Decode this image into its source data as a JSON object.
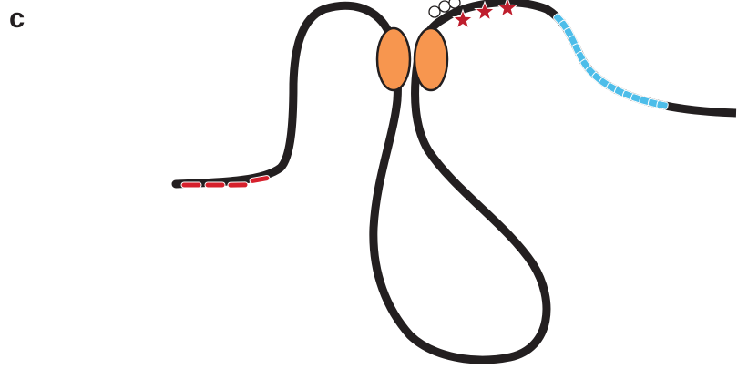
{
  "figure": {
    "panel_label": "c"
  },
  "colors": {
    "chromatin": "#231f20",
    "anchor_protein": "#f7964f",
    "left_marks": "#d6202c",
    "right_marks": "#4dbde9",
    "stars": "#be1e2d",
    "open_circles": "#ffffff"
  },
  "icons": [
    "loop-anchor-ellipse",
    "star-icon",
    "open-circle-icon",
    "segment-mark-icon"
  ],
  "marks": {
    "left_segment_count": 4,
    "right_segment_count": 17,
    "star_count": 3,
    "open_circle_count": 3,
    "anchor_count": 2
  }
}
